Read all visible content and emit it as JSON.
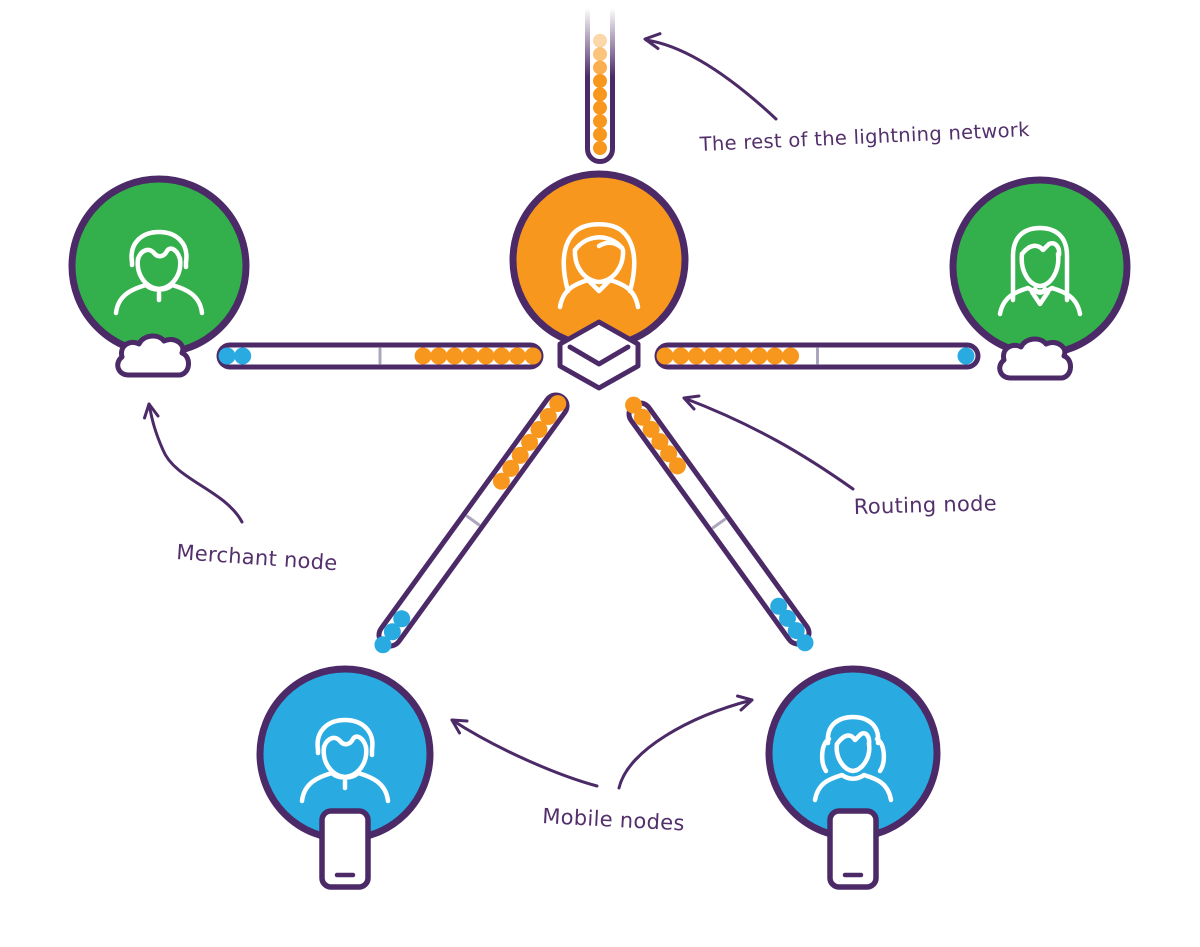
{
  "labels": {
    "rest_of_network": "The rest of the lightning network",
    "merchant_node": "Merchant node",
    "routing_node": "Routing node",
    "mobile_nodes": "Mobile nodes"
  },
  "colors": {
    "orange": "#F8971D",
    "green": "#33AF4B",
    "blue": "#29ABE2",
    "outline_purple": "#4B2A67",
    "text_purple": "#53306B",
    "tick_gray": "#ADA4BE",
    "icon_white": "#FFFFFF"
  },
  "nodes": [
    {
      "id": "merchant-left",
      "role": "merchant",
      "color": "green",
      "avatar": "man",
      "badge": "cloud"
    },
    {
      "id": "routing-center",
      "role": "routing",
      "color": "orange",
      "avatar": "woman-long-hair",
      "badge": "network-box"
    },
    {
      "id": "merchant-right",
      "role": "merchant",
      "color": "green",
      "avatar": "woman-straight-hair",
      "badge": "cloud"
    },
    {
      "id": "mobile-left",
      "role": "mobile",
      "color": "blue",
      "avatar": "man",
      "badge": "smartphone"
    },
    {
      "id": "mobile-right",
      "role": "mobile",
      "color": "blue",
      "avatar": "girl-pigtails",
      "badge": "smartphone"
    }
  ],
  "channels": {
    "rest_of_network": {
      "orange_dots": 9,
      "blue_dots": 0,
      "fades_top": true
    },
    "merchant_left": {
      "orange_dots": 8,
      "blue_dots": 2
    },
    "merchant_right": {
      "orange_dots": 9,
      "blue_dots": 1
    },
    "mobile_left": {
      "orange_dots": 7,
      "blue_dots": 3
    },
    "mobile_right": {
      "orange_dots": 6,
      "blue_dots": 4
    }
  }
}
